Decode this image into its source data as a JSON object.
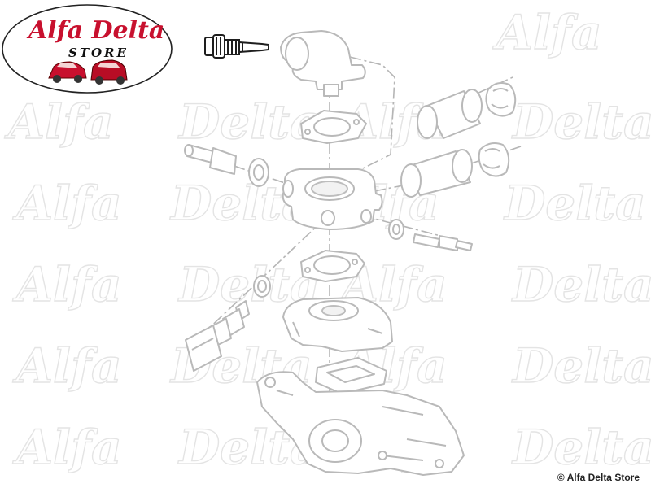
{
  "logo": {
    "brand": "Alfa Delta",
    "tagline": "STORE",
    "brand_color": "#c8102e"
  },
  "watermark": {
    "words": [
      "Alfa",
      "Delta"
    ]
  },
  "highlighted_part": {
    "icon": "temperature-sender-icon",
    "color": "#1e1e1e"
  },
  "footer": {
    "copyright": "© Alfa Delta Store"
  }
}
